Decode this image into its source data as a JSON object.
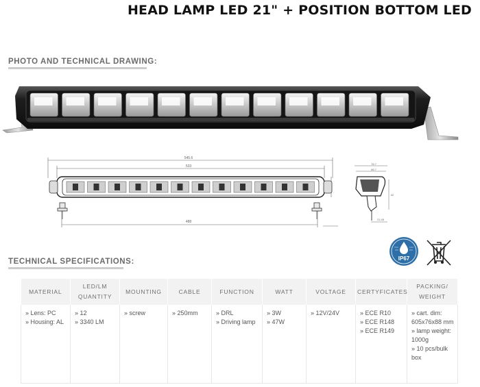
{
  "title": "HEAD LAMP LED 21\" + POSITION BOTTOM LED",
  "section_photo": "PHOTO AND TECHNICAL DRAWING:",
  "section_specs": "TECHNICAL SPECIFICATIONS:",
  "ip_rating": "IP67",
  "drawing": {
    "overall": "545.6",
    "inner": "533",
    "mount": "488",
    "side_top": "76.7",
    "side_mid": "66.7",
    "side_h": "42",
    "side_b": "21.45"
  },
  "table": {
    "headers": [
      "MATERIAL",
      "LED/LM QUANTITY",
      "MOUNTING",
      "CABLE",
      "FUNCTION",
      "WATT",
      "VOLTAGE",
      "CERTYFICATES",
      "PACKING/ WEIGHT"
    ],
    "cells": [
      [
        "» Lens: PC",
        "» Housing: AL"
      ],
      [
        "» 12",
        "» 3340 LM"
      ],
      [
        "» screw"
      ],
      [
        "» 250mm"
      ],
      [
        "» DRL",
        "» Driving lamp"
      ],
      [
        "» 3W",
        "» 47W"
      ],
      [
        "» 12V/24V"
      ],
      [
        "» ECE R10",
        "» ECE R148",
        "» ECE R149"
      ],
      [
        "» cart. dim: 605x76x88 mm",
        "» lamp weight: 1000g",
        "» 10 pcs/bulk box"
      ]
    ]
  },
  "colors": {
    "accent_ip": "#2f6fa8",
    "bar_body": "#2a2a2a"
  }
}
